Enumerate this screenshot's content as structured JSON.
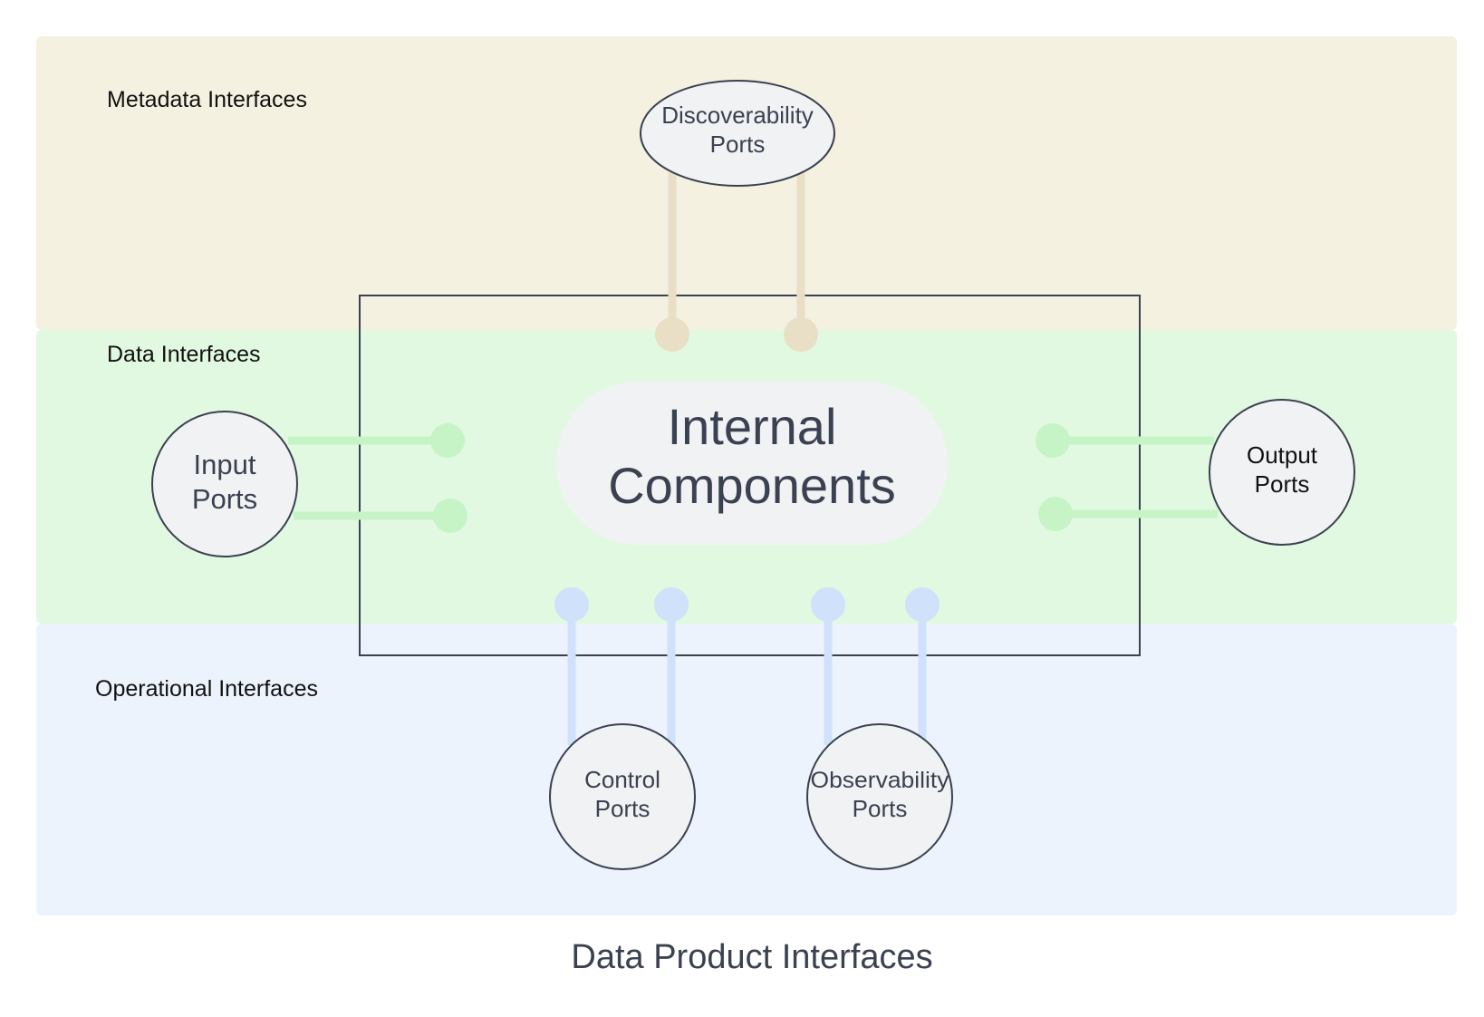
{
  "bands": {
    "metadata": {
      "label": "Metadata Interfaces",
      "color": "#f5f1e1"
    },
    "data": {
      "label": "Data Interfaces",
      "color": "#e1f9e1"
    },
    "operational": {
      "label": "Operational Interfaces",
      "color": "#ecf3fd"
    }
  },
  "nodes": {
    "internal": {
      "line1": "Internal",
      "line2": "Components",
      "fill": "#f1f2f4"
    },
    "discoverability": {
      "line1": "Discoverability",
      "line2": "Ports"
    },
    "input": {
      "line1": "Input",
      "line2": "Ports"
    },
    "output": {
      "line1": "Output",
      "line2": "Ports"
    },
    "control": {
      "line1": "Control",
      "line2": "Ports"
    },
    "observability": {
      "line1": "Observability",
      "line2": "Ports"
    }
  },
  "connectors": {
    "metadata_color": "#e8dfc6",
    "data_color": "#c6f4c6",
    "operational_color": "#cfe1fb"
  },
  "title": "Data Product Interfaces",
  "colors": {
    "text": "#3a4150",
    "stroke": "#3a4150",
    "node_fill": "#f1f2f4"
  }
}
